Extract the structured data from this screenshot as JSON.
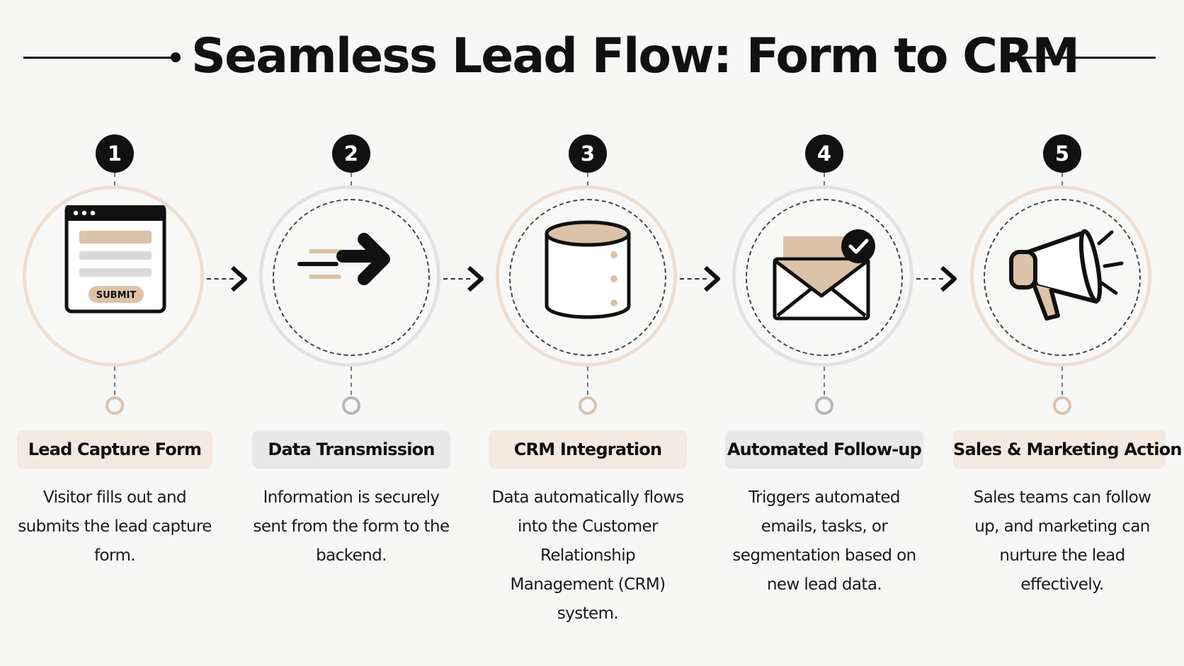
{
  "title": "Seamless Lead Flow: Form to CRM",
  "steps": [
    {
      "number": "1",
      "label": "Lead Capture Form",
      "description": "Visitor fills out and submits the lead capture form.",
      "icon": "web-form-icon",
      "button_text": "SUBMIT"
    },
    {
      "number": "2",
      "label": "Data Transmission",
      "description": "Information is securely sent from the form to the backend.",
      "icon": "arrow-right-icon"
    },
    {
      "number": "3",
      "label": "CRM Integration",
      "description": "Data automatically flows into the Customer Relationship Management (CRM) system.",
      "icon": "database-icon"
    },
    {
      "number": "4",
      "label": "Automated Follow-up",
      "description": "Triggers automated emails, tasks, or segmentation based on new lead data.",
      "icon": "email-check-icon"
    },
    {
      "number": "5",
      "label": "Sales & Marketing Action",
      "description": "Sales teams can follow up, and marketing can nurture the lead effectively.",
      "icon": "megaphone-icon"
    }
  ],
  "colors": {
    "accent": "#dcc2a8",
    "accent_light": "#f3e9df",
    "neutral_light": "#e8e8e8",
    "ink": "#111111",
    "background": "#f7f7f6"
  }
}
